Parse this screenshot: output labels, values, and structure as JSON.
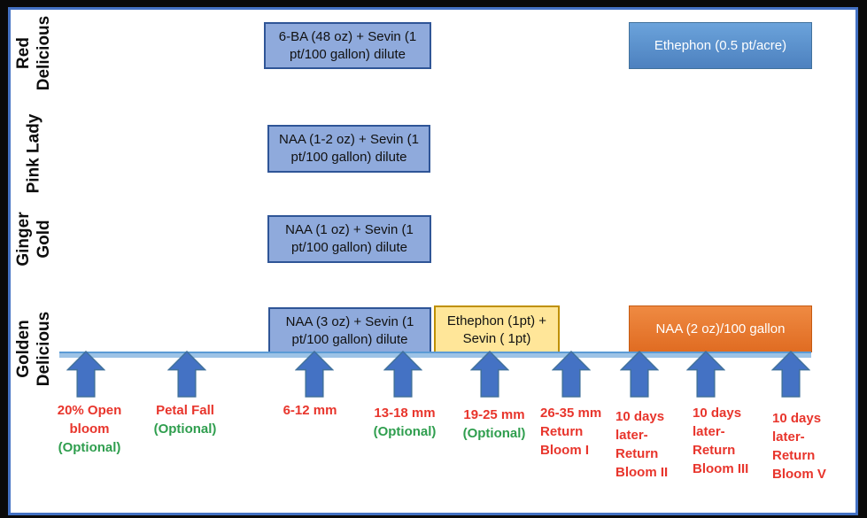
{
  "diagram_type": "apple-thinning-spray-timeline",
  "varieties": [
    {
      "name": "Red Delicious",
      "lines": [
        "Red",
        "Delicious"
      ]
    },
    {
      "name": "Pink Lady",
      "lines": [
        "Pink Lady"
      ]
    },
    {
      "name": "Ginger Gold",
      "lines": [
        "Ginger",
        "Gold"
      ]
    },
    {
      "name": "Golden Delicious",
      "lines": [
        "Golden",
        "Delicious"
      ]
    }
  ],
  "treatments": [
    {
      "variety": "Red Delicious",
      "label": "6-BA (48 oz) + Sevin (1 pt/100 gallon) dilute",
      "style": "periwinkle"
    },
    {
      "variety": "Red Delicious",
      "label": "Ethephon (0.5 pt/acre)",
      "style": "blue"
    },
    {
      "variety": "Pink Lady",
      "label": "NAA (1-2 oz) + Sevin (1 pt/100 gallon) dilute",
      "style": "periwinkle"
    },
    {
      "variety": "Ginger Gold",
      "label": "NAA (1 oz) + Sevin (1 pt/100 gallon) dilute",
      "style": "periwinkle"
    },
    {
      "variety": "Golden Delicious",
      "label": "NAA (3 oz) + Sevin (1 pt/100 gallon) dilute",
      "style": "periwinkle"
    },
    {
      "variety": "Golden Delicious",
      "label": "Ethephon (1pt) + Sevin ( 1pt)",
      "style": "yellow"
    },
    {
      "variety": "Golden Delicious",
      "label": "NAA (2 oz)/100 gallon",
      "style": "orange"
    }
  ],
  "stages": [
    {
      "lines": [
        {
          "text": "20% Open",
          "color": "red"
        },
        {
          "text": "bloom",
          "color": "red"
        },
        {
          "text": "(Optional)",
          "color": "green"
        }
      ]
    },
    {
      "lines": [
        {
          "text": "Petal Fall",
          "color": "red"
        },
        {
          "text": "(Optional)",
          "color": "green"
        }
      ]
    },
    {
      "lines": [
        {
          "text": "6-12 mm",
          "color": "red"
        }
      ]
    },
    {
      "lines": [
        {
          "text": "13-18 mm",
          "color": "red"
        },
        {
          "text": "(Optional)",
          "color": "green"
        }
      ]
    },
    {
      "lines": [
        {
          "text": "19-25 mm",
          "color": "red"
        },
        {
          "text": "(Optional)",
          "color": "green"
        }
      ]
    },
    {
      "lines": [
        {
          "text": "26-35 mm",
          "color": "red"
        },
        {
          "text": "Return",
          "color": "red"
        },
        {
          "text": "Bloom I",
          "color": "red"
        }
      ]
    },
    {
      "lines": [
        {
          "text": "10 days",
          "color": "red"
        },
        {
          "text": "later-",
          "color": "red"
        },
        {
          "text": "Return",
          "color": "red"
        },
        {
          "text": "Bloom II",
          "color": "red"
        }
      ]
    },
    {
      "lines": [
        {
          "text": "10 days",
          "color": "red"
        },
        {
          "text": "later-",
          "color": "red"
        },
        {
          "text": "Return",
          "color": "red"
        },
        {
          "text": "Bloom III",
          "color": "red"
        }
      ]
    },
    {
      "lines": [
        {
          "text": "10 days",
          "color": "red"
        },
        {
          "text": "later-",
          "color": "red"
        },
        {
          "text": "Return",
          "color": "red"
        },
        {
          "text": "Bloom V",
          "color": "red"
        }
      ]
    }
  ],
  "colors": {
    "red": "#e8352c",
    "green": "#2f9e4e",
    "periwinkle_fill": "#8faadc",
    "periwinkle_border": "#2f5597",
    "blue_fill_top": "#6ba3db",
    "blue_fill_bottom": "#4d81bf",
    "blue_border": "#41719c",
    "yellow_fill": "#ffe699",
    "yellow_border": "#bf9000",
    "orange_fill_top": "#ef8a42",
    "orange_fill_bottom": "#e06c22",
    "orange_border": "#c55a11",
    "arrow_fill": "#4472c4",
    "arrow_stroke": "#41719c",
    "bar_fill": "#9dc3e6",
    "bar_top": "#5b9bd5",
    "frame_black": "#0a0a0a",
    "frame_blue": "#4472c4"
  }
}
